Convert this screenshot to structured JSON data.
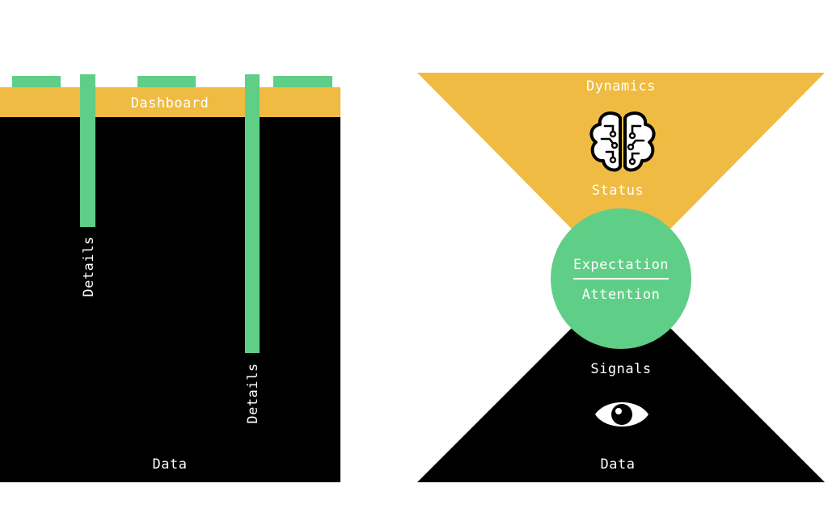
{
  "colors": {
    "yellow": "#F0BB42",
    "green": "#5FCE87",
    "black": "#000000",
    "white": "#FFFFFF"
  },
  "left_diagram": {
    "header_label": "Dashboard",
    "detail_label_1": "Details",
    "detail_label_2": "Details",
    "base_label": "Data"
  },
  "right_diagram": {
    "top_label": "Dynamics",
    "top_icon": "brain-circuit-icon",
    "status_label": "Status",
    "circle_top_label": "Expectation",
    "circle_bottom_label": "Attention",
    "signals_label": "Signals",
    "bottom_icon": "eye-icon",
    "base_label": "Data"
  }
}
